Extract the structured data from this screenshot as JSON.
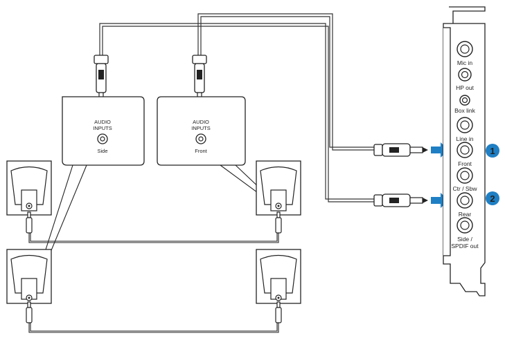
{
  "cards": [
    {
      "heading_line1": "AUDIO",
      "heading_line2": "INPUTS",
      "label": "Side"
    },
    {
      "heading_line1": "AUDIO",
      "heading_line2": "INPUTS",
      "label": "Front"
    }
  ],
  "soundcard": {
    "ports": [
      "Mic in",
      "HP out",
      "Box link",
      "Line in",
      "Front",
      "Ctr / Sbw",
      "Rear"
    ],
    "last_port_line1": "Side /",
    "last_port_line2": "SPDIF out"
  },
  "badges": [
    "1",
    "2"
  ],
  "colors": {
    "badge": "#1f7fc4",
    "arrow": "#1f7fc4",
    "line": "#333333"
  }
}
